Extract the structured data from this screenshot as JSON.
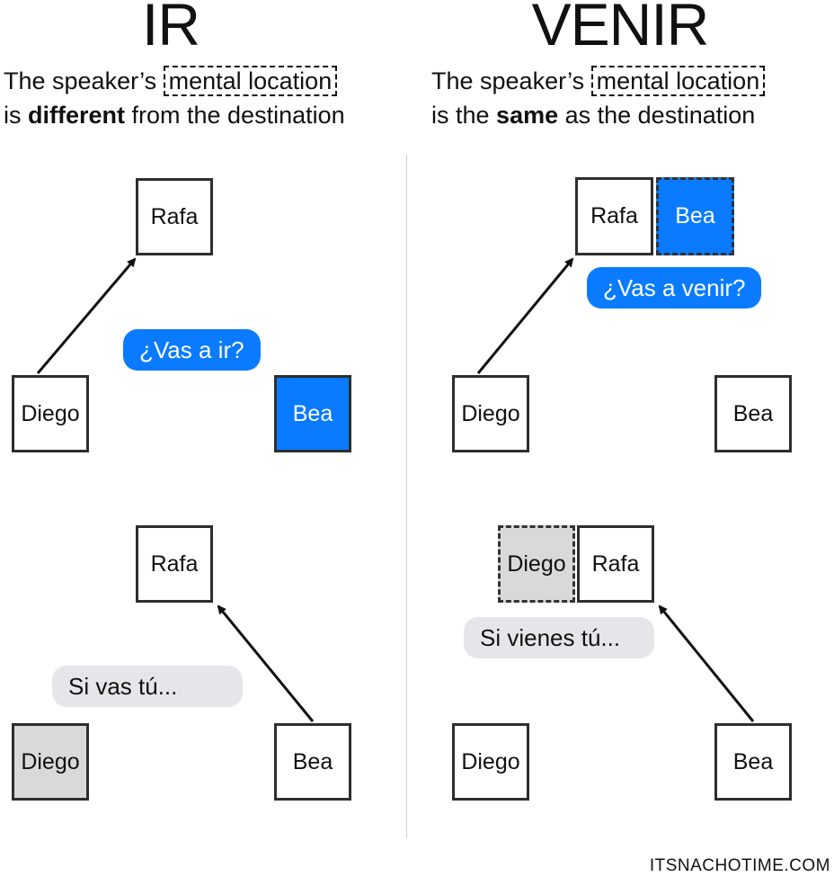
{
  "ir": {
    "title": "IR",
    "line1_pre": "The speaker’s ",
    "line1_dashed": "mental location",
    "line2_pre": "is ",
    "line2_bold": "different",
    "line2_post": " from the destination",
    "top": {
      "rafa": "Rafa",
      "diego": "Diego",
      "bea": "Bea",
      "bubble": "¿Vas a ir?"
    },
    "bottom": {
      "rafa": "Rafa",
      "diego": "Diego",
      "bea": "Bea",
      "bubble": "Si vas tú..."
    }
  },
  "venir": {
    "title": "VENIR",
    "line1_pre": "The speaker’s ",
    "line1_dashed": "mental location",
    "line2_pre": "is the ",
    "line2_bold": "same",
    "line2_post": " as the destination",
    "top": {
      "rafa": "Rafa",
      "bea_dashed": "Bea",
      "diego": "Diego",
      "bea": "Bea",
      "bubble": "¿Vas a venir?"
    },
    "bottom": {
      "diego_dashed": "Diego",
      "rafa": "Rafa",
      "diego": "Diego",
      "bea": "Bea",
      "bubble": "Si vienes tú..."
    }
  },
  "colors": {
    "blue": "#0a7bff",
    "grey_box": "#d9d9d9",
    "grey_bubble": "#e6e6ea"
  },
  "credit": "ITSNACHOTIME.COM"
}
